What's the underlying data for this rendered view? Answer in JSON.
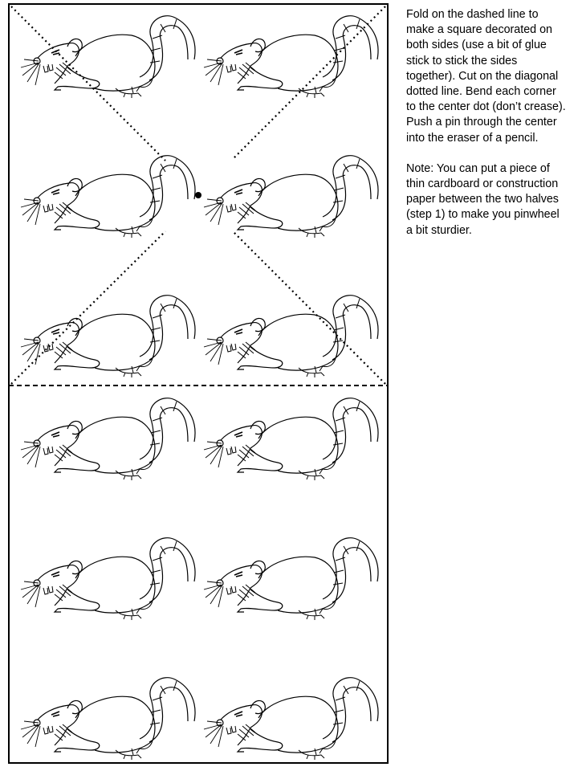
{
  "instructions": {
    "step_text": "Fold on the dashed line to make a square decorated on both sides (use a bit of glue stick to stick the sides together).  Cut on the diagonal dotted line. Bend each corner to the center dot (don’t crease). Push a pin through the center into the eraser of a pencil.",
    "note_text": "Note: You can put a piece of thin cardboard or construction paper between the two halves (step 1) to make you pinwheel a bit sturdier."
  },
  "artwork": {
    "motif": "rat-drawing",
    "columns": 2,
    "rows": 6,
    "line_color": "#000000",
    "paper_color": "#ffffff"
  }
}
